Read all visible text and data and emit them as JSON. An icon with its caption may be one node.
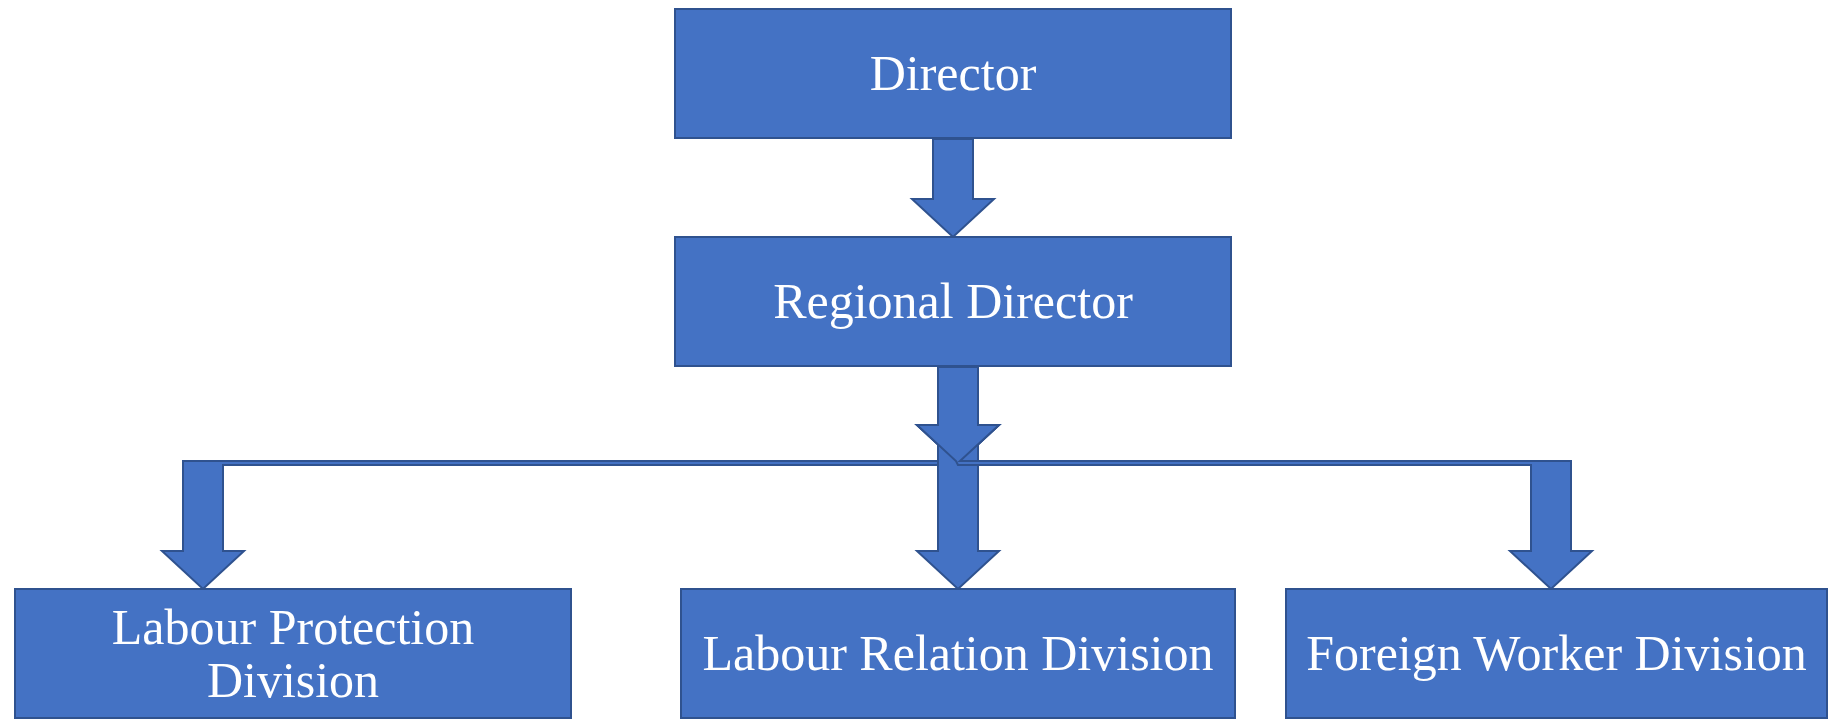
{
  "diagram": {
    "nodes": [
      {
        "text": [
          "Director"
        ]
      },
      {
        "text": [
          "Regional Director"
        ]
      },
      {
        "text": [
          "Labour Protection Division"
        ]
      },
      {
        "text": [
          "Labour Relation Division"
        ]
      },
      {
        "text": [
          "Foreign Worker Division"
        ]
      }
    ],
    "edges": [
      {
        "from": 0,
        "to": 1,
        "arrow": "to"
      },
      {
        "from": 1,
        "to": 2,
        "arrow": "to"
      },
      {
        "from": 1,
        "to": 3,
        "arrow": "to"
      },
      {
        "from": 1,
        "to": 4,
        "arrow": "to"
      }
    ]
  }
}
